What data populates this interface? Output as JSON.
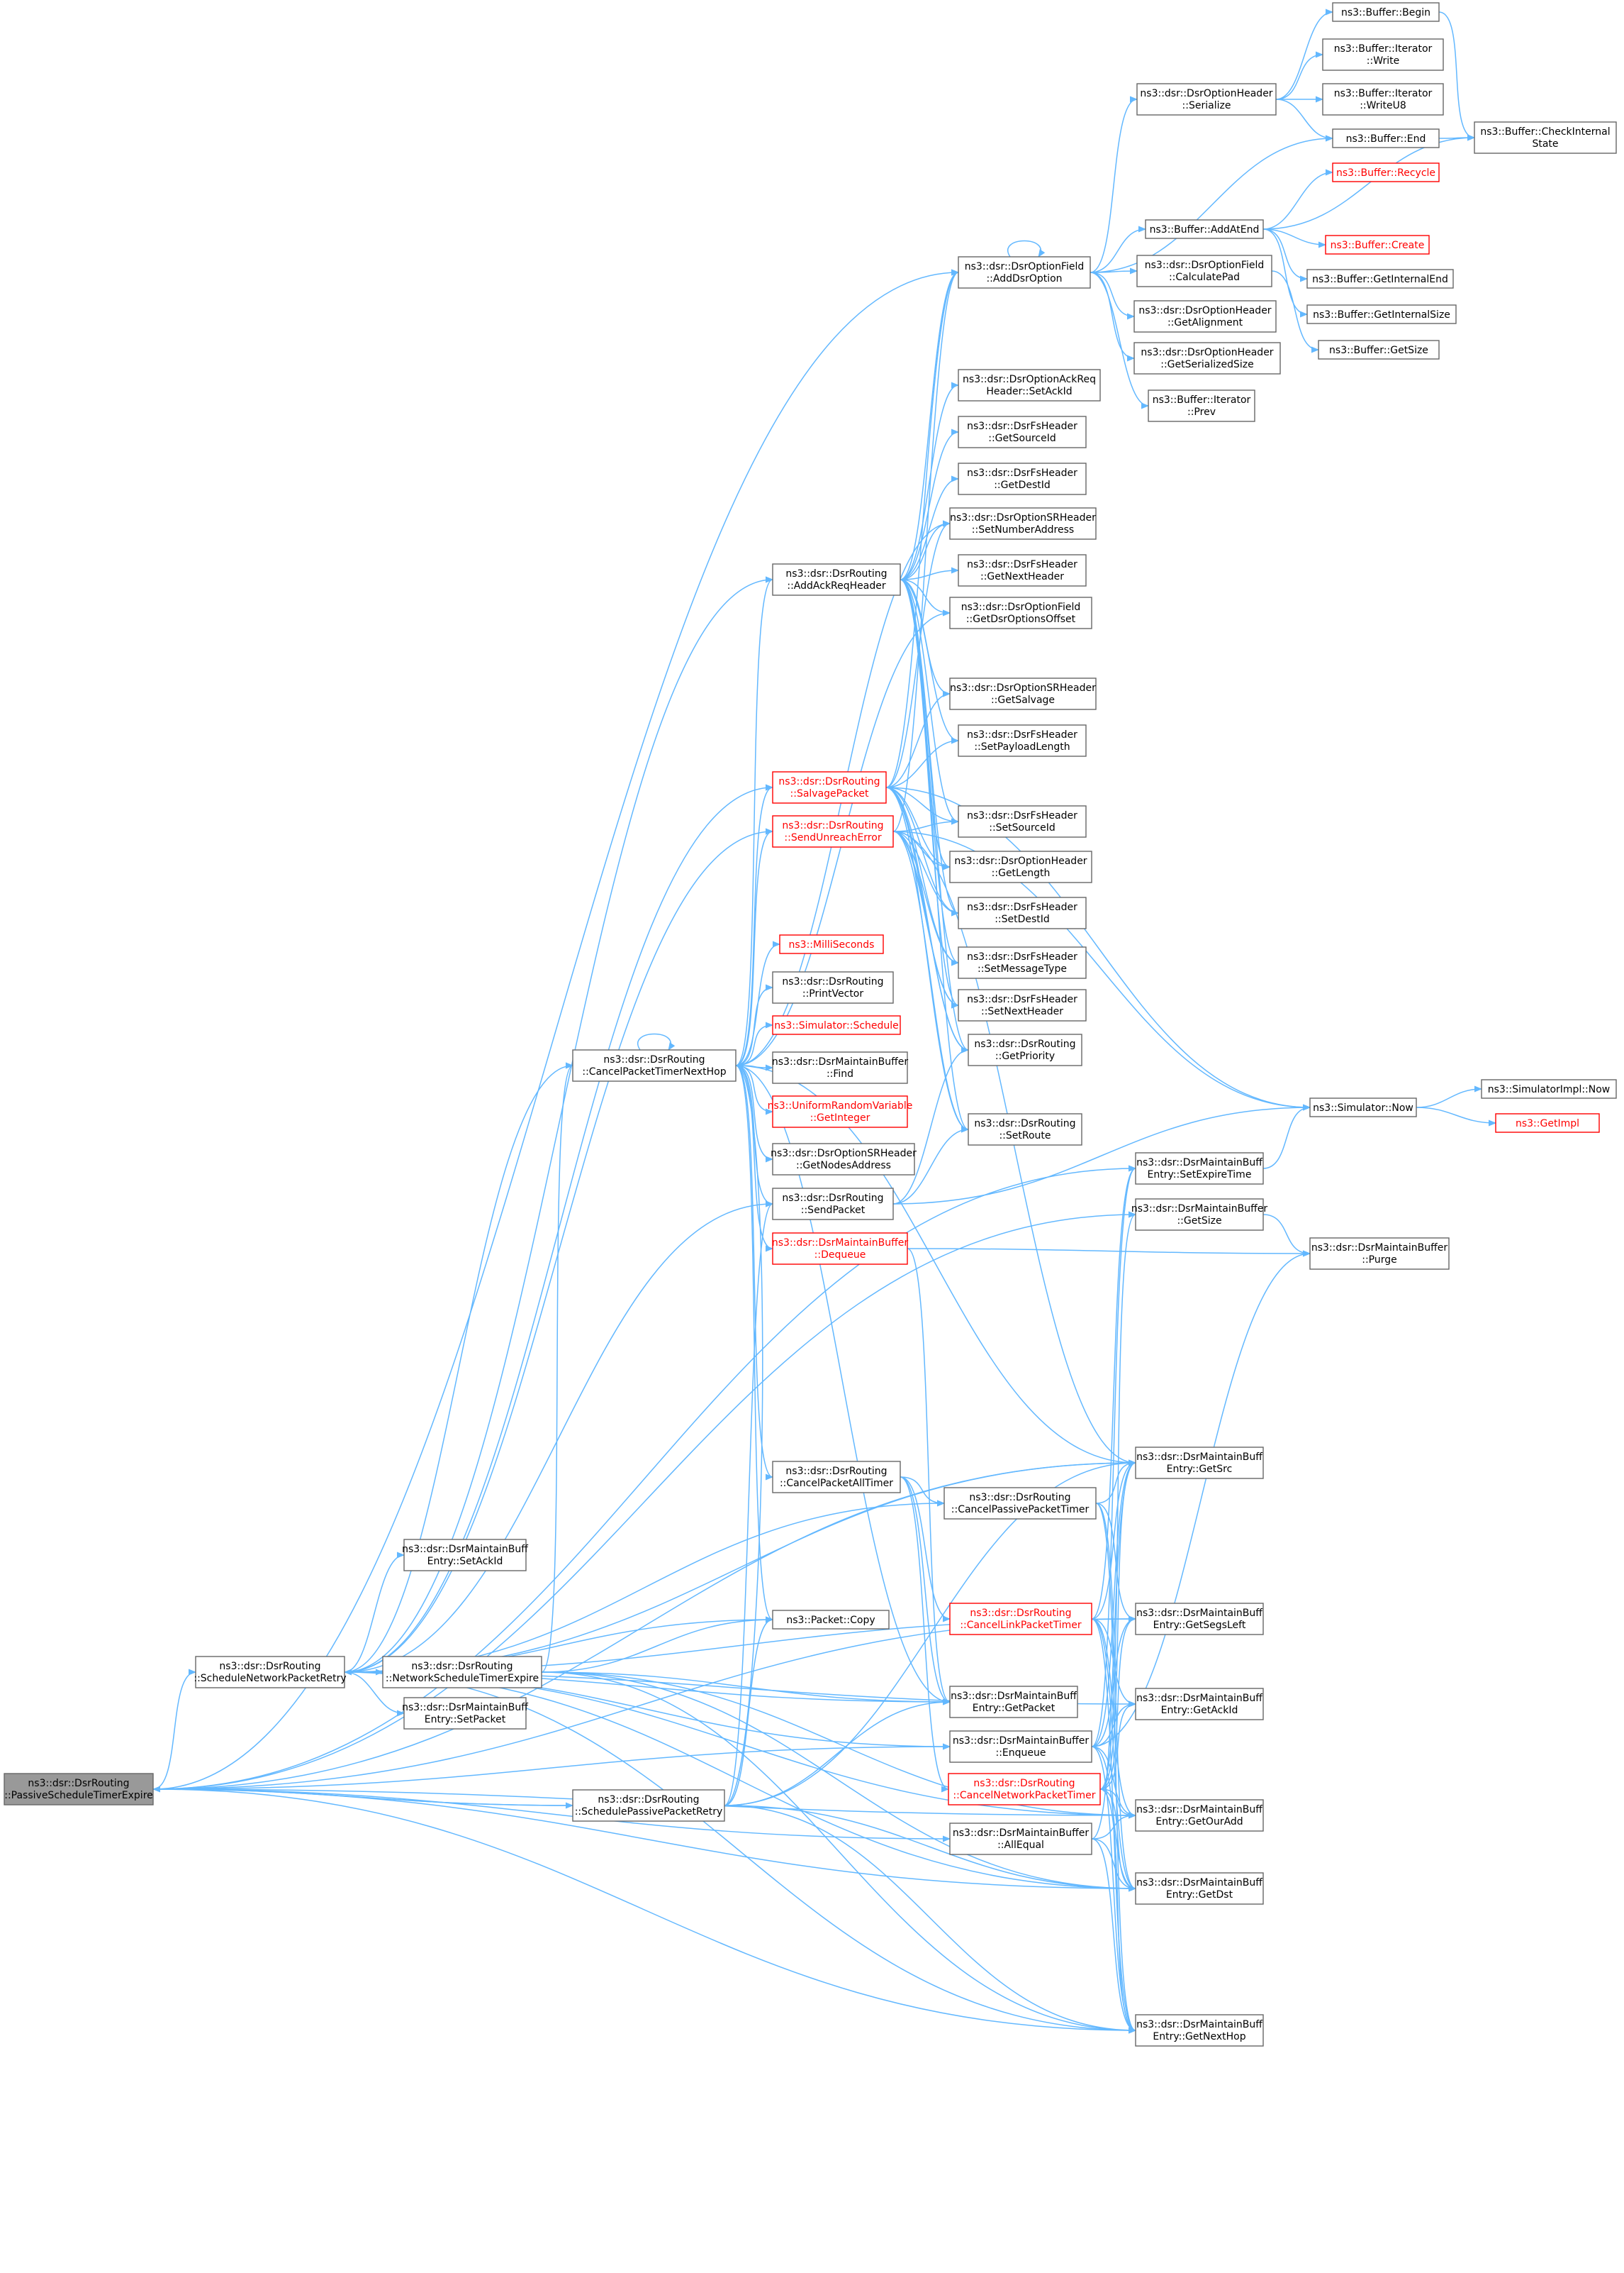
{
  "colors": {
    "edge": "#63b8ff",
    "box_border": "#666666",
    "highlight_border": "#ff0000",
    "root_fill": "#999999",
    "box_fill": "#ffffff",
    "text": "#000000"
  },
  "nodes": [
    {
      "id": "root",
      "lines": [
        "ns3::dsr::DsrRouting",
        "::PassiveScheduleTimerExpire"
      ],
      "root": true
    },
    {
      "id": "snpr",
      "lines": [
        "ns3::dsr::DsrRouting",
        "::ScheduleNetworkPacketRetry"
      ]
    },
    {
      "id": "sppr",
      "lines": [
        "ns3::dsr::DsrRouting",
        "::SchedulePassivePacketRetry"
      ]
    },
    {
      "id": "nste",
      "lines": [
        "ns3::dsr::DsrRouting",
        "::NetworkScheduleTimerExpire"
      ]
    },
    {
      "id": "meSetAck",
      "lines": [
        "ns3::dsr::DsrMaintainBuff",
        "Entry::SetAckId"
      ]
    },
    {
      "id": "meSetPkt",
      "lines": [
        "ns3::dsr::DsrMaintainBuff",
        "Entry::SetPacket"
      ]
    },
    {
      "id": "pktCopy",
      "lines": [
        "ns3::Packet::Copy"
      ]
    },
    {
      "id": "cptnh",
      "lines": [
        "ns3::dsr::DsrRouting",
        "::CancelPacketTimerNextHop"
      ]
    },
    {
      "id": "cpat",
      "lines": [
        "ns3::dsr::DsrRouting",
        "::CancelPacketAllTimer"
      ]
    },
    {
      "id": "cppt",
      "lines": [
        "ns3::dsr::DsrRouting",
        "::CancelPassivePacketTimer"
      ]
    },
    {
      "id": "clpt",
      "lines": [
        "ns3::dsr::DsrRouting",
        "::CancelLinkPacketTimer"
      ],
      "red": true
    },
    {
      "id": "cnpt",
      "lines": [
        "ns3::dsr::DsrRouting",
        "::CancelNetworkPacketTimer"
      ],
      "red": true
    },
    {
      "id": "mbEnq",
      "lines": [
        "ns3::dsr::DsrMaintainBuffer",
        "::Enqueue"
      ]
    },
    {
      "id": "mbAllEq",
      "lines": [
        "ns3::dsr::DsrMaintainBuffer",
        "::AllEqual"
      ]
    },
    {
      "id": "meGetPkt",
      "lines": [
        "ns3::dsr::DsrMaintainBuff",
        "Entry::GetPacket"
      ]
    },
    {
      "id": "meGetSrc",
      "lines": [
        "ns3::dsr::DsrMaintainBuff",
        "Entry::GetSrc"
      ]
    },
    {
      "id": "meGetSegs",
      "lines": [
        "ns3::dsr::DsrMaintainBuff",
        "Entry::GetSegsLeft"
      ]
    },
    {
      "id": "meGetAck",
      "lines": [
        "ns3::dsr::DsrMaintainBuff",
        "Entry::GetAckId"
      ]
    },
    {
      "id": "meGetOur",
      "lines": [
        "ns3::dsr::DsrMaintainBuff",
        "Entry::GetOurAdd"
      ]
    },
    {
      "id": "meGetDst",
      "lines": [
        "ns3::dsr::DsrMaintainBuff",
        "Entry::GetDst"
      ]
    },
    {
      "id": "meGetNH",
      "lines": [
        "ns3::dsr::DsrMaintainBuff",
        "Entry::GetNextHop"
      ]
    },
    {
      "id": "meSetExp",
      "lines": [
        "ns3::dsr::DsrMaintainBuff",
        "Entry::SetExpireTime"
      ]
    },
    {
      "id": "mbGetSize",
      "lines": [
        "ns3::dsr::DsrMaintainBuffer",
        "::GetSize"
      ]
    },
    {
      "id": "mbPurge",
      "lines": [
        "ns3::dsr::DsrMaintainBuffer",
        "::Purge"
      ]
    },
    {
      "id": "simNow",
      "lines": [
        "ns3::Simulator::Now"
      ]
    },
    {
      "id": "simImplNow",
      "lines": [
        "ns3::SimulatorImpl::Now"
      ]
    },
    {
      "id": "getImpl",
      "lines": [
        "ns3::GetImpl"
      ],
      "red": true
    },
    {
      "id": "addAck",
      "lines": [
        "ns3::dsr::DsrRouting",
        "::AddAckReqHeader"
      ]
    },
    {
      "id": "salvage",
      "lines": [
        "ns3::dsr::DsrRouting",
        "::SalvagePacket"
      ],
      "red": true
    },
    {
      "id": "sendUnr",
      "lines": [
        "ns3::dsr::DsrRouting",
        "::SendUnreachError"
      ],
      "red": true
    },
    {
      "id": "milli",
      "lines": [
        "ns3::MilliSeconds"
      ],
      "red": true
    },
    {
      "id": "printVec",
      "lines": [
        "ns3::dsr::DsrRouting",
        "::PrintVector"
      ]
    },
    {
      "id": "simSched",
      "lines": [
        "ns3::Simulator::Schedule"
      ],
      "red": true
    },
    {
      "id": "mbFind",
      "lines": [
        "ns3::dsr::DsrMaintainBuffer",
        "::Find"
      ]
    },
    {
      "id": "urvGetInt",
      "lines": [
        "ns3::UniformRandomVariable",
        "::GetInteger"
      ],
      "red": true
    },
    {
      "id": "srGetNodes",
      "lines": [
        "ns3::dsr::DsrOptionSRHeader",
        "::GetNodesAddress"
      ]
    },
    {
      "id": "sendPkt",
      "lines": [
        "ns3::dsr::DsrRouting",
        "::SendPacket"
      ]
    },
    {
      "id": "mbDeq",
      "lines": [
        "ns3::dsr::DsrMaintainBuffer",
        "::Dequeue"
      ],
      "red": true
    },
    {
      "id": "addDsrOpt",
      "lines": [
        "ns3::dsr::DsrOptionField",
        "::AddDsrOption"
      ]
    },
    {
      "id": "ackSetAck",
      "lines": [
        "ns3::dsr::DsrOptionAckReq",
        "Header::SetAckId"
      ]
    },
    {
      "id": "fsGetSrc",
      "lines": [
        "ns3::dsr::DsrFsHeader",
        "::GetSourceId"
      ]
    },
    {
      "id": "fsGetDest",
      "lines": [
        "ns3::dsr::DsrFsHeader",
        "::GetDestId"
      ]
    },
    {
      "id": "srSetNum",
      "lines": [
        "ns3::dsr::DsrOptionSRHeader",
        "::SetNumberAddress"
      ]
    },
    {
      "id": "fsGetNext",
      "lines": [
        "ns3::dsr::DsrFsHeader",
        "::GetNextHeader"
      ]
    },
    {
      "id": "ofGetOff",
      "lines": [
        "ns3::dsr::DsrOptionField",
        "::GetDsrOptionsOffset"
      ]
    },
    {
      "id": "srGetSalv",
      "lines": [
        "ns3::dsr::DsrOptionSRHeader",
        "::GetSalvage"
      ]
    },
    {
      "id": "fsSetPay",
      "lines": [
        "ns3::dsr::DsrFsHeader",
        "::SetPayloadLength"
      ]
    },
    {
      "id": "fsSetSrc",
      "lines": [
        "ns3::dsr::DsrFsHeader",
        "::SetSourceId"
      ]
    },
    {
      "id": "ohGetLen",
      "lines": [
        "ns3::dsr::DsrOptionHeader",
        "::GetLength"
      ]
    },
    {
      "id": "fsSetDest",
      "lines": [
        "ns3::dsr::DsrFsHeader",
        "::SetDestId"
      ]
    },
    {
      "id": "fsSetMsg",
      "lines": [
        "ns3::dsr::DsrFsHeader",
        "::SetMessageType"
      ]
    },
    {
      "id": "fsSetNext",
      "lines": [
        "ns3::dsr::DsrFsHeader",
        "::SetNextHeader"
      ]
    },
    {
      "id": "getPrio",
      "lines": [
        "ns3::dsr::DsrRouting",
        "::GetPriority"
      ]
    },
    {
      "id": "setRoute",
      "lines": [
        "ns3::dsr::DsrRouting",
        "::SetRoute"
      ]
    },
    {
      "id": "ohSerialize",
      "lines": [
        "ns3::dsr::DsrOptionHeader",
        "::Serialize"
      ]
    },
    {
      "id": "bufBegin",
      "lines": [
        "ns3::Buffer::Begin"
      ]
    },
    {
      "id": "itWrite",
      "lines": [
        "ns3::Buffer::Iterator",
        "::Write"
      ]
    },
    {
      "id": "itWriteU8",
      "lines": [
        "ns3::Buffer::Iterator",
        "::WriteU8"
      ]
    },
    {
      "id": "bufEnd",
      "lines": [
        "ns3::Buffer::End"
      ]
    },
    {
      "id": "bufCheck",
      "lines": [
        "ns3::Buffer::CheckInternal",
        "State"
      ]
    },
    {
      "id": "bufRecycle",
      "lines": [
        "ns3::Buffer::Recycle"
      ],
      "red": true
    },
    {
      "id": "bufAddAtEnd",
      "lines": [
        "ns3::Buffer::AddAtEnd"
      ]
    },
    {
      "id": "bufCreate",
      "lines": [
        "ns3::Buffer::Create"
      ],
      "red": true
    },
    {
      "id": "bufGetIntEnd",
      "lines": [
        "ns3::Buffer::GetInternalEnd"
      ]
    },
    {
      "id": "bufGetIntSize",
      "lines": [
        "ns3::Buffer::GetInternalSize"
      ]
    },
    {
      "id": "bufGetSize",
      "lines": [
        "ns3::Buffer::GetSize"
      ]
    },
    {
      "id": "ofCalcPad",
      "lines": [
        "ns3::dsr::DsrOptionField",
        "::CalculatePad"
      ]
    },
    {
      "id": "ohGetAlign",
      "lines": [
        "ns3::dsr::DsrOptionHeader",
        "::GetAlignment"
      ]
    },
    {
      "id": "ohGetSerSize",
      "lines": [
        "ns3::dsr::DsrOptionHeader",
        "::GetSerializedSize"
      ]
    },
    {
      "id": "itPrev",
      "lines": [
        "ns3::Buffer::Iterator",
        "::Prev"
      ]
    }
  ],
  "edges": [
    [
      "root",
      "snpr"
    ],
    [
      "root",
      "sppr"
    ],
    [
      "root",
      "addDsrOpt"
    ],
    [
      "root",
      "meSetExp"
    ],
    [
      "root",
      "mbGetSize"
    ],
    [
      "root",
      "meGetSrc"
    ],
    [
      "root",
      "meGetSegs"
    ],
    [
      "root",
      "mbEnq"
    ],
    [
      "root",
      "mbAllEq"
    ],
    [
      "root",
      "meGetDst"
    ],
    [
      "root",
      "meGetNH"
    ],
    [
      "root",
      "meGetOur"
    ],
    [
      "snpr",
      "addAck"
    ],
    [
      "snpr",
      "meSetAck"
    ],
    [
      "snpr",
      "meSetPkt"
    ],
    [
      "snpr",
      "pktCopy"
    ],
    [
      "snpr",
      "nste"
    ],
    [
      "snpr",
      "cptnh"
    ],
    [
      "snpr",
      "sendPkt"
    ],
    [
      "snpr",
      "cppt"
    ],
    [
      "snpr",
      "meGetPkt"
    ],
    [
      "snpr",
      "meGetSrc"
    ],
    [
      "snpr",
      "meGetAck"
    ],
    [
      "snpr",
      "meGetSegs"
    ],
    [
      "snpr",
      "meGetOur"
    ],
    [
      "snpr",
      "meGetDst"
    ],
    [
      "snpr",
      "meGetNH"
    ],
    [
      "snpr",
      "mbEnq"
    ],
    [
      "snpr",
      "sendUnr"
    ],
    [
      "snpr",
      "salvage"
    ],
    [
      "nste",
      "snpr"
    ],
    [
      "nste",
      "pktCopy"
    ],
    [
      "nste",
      "cptnh"
    ],
    [
      "nste",
      "meGetPkt"
    ],
    [
      "nste",
      "meGetDst"
    ],
    [
      "nste",
      "meGetNH"
    ],
    [
      "nste",
      "meGetOur"
    ],
    [
      "sppr",
      "root"
    ],
    [
      "sppr",
      "pktCopy"
    ],
    [
      "sppr",
      "sendPkt"
    ],
    [
      "sppr",
      "cptnh"
    ],
    [
      "sppr",
      "meGetPkt"
    ],
    [
      "sppr",
      "meGetDst"
    ],
    [
      "sppr",
      "meGetNH"
    ],
    [
      "sppr",
      "meGetSrc"
    ],
    [
      "cptnh",
      "cptnh"
    ],
    [
      "cptnh",
      "addAck"
    ],
    [
      "cptnh",
      "salvage"
    ],
    [
      "cptnh",
      "sendUnr"
    ],
    [
      "cptnh",
      "milli"
    ],
    [
      "cptnh",
      "printVec"
    ],
    [
      "cptnh",
      "simSched"
    ],
    [
      "cptnh",
      "mbFind"
    ],
    [
      "cptnh",
      "urvGetInt"
    ],
    [
      "cptnh",
      "srGetNodes"
    ],
    [
      "cptnh",
      "sendPkt"
    ],
    [
      "cptnh",
      "mbDeq"
    ],
    [
      "cptnh",
      "cpat"
    ],
    [
      "cptnh",
      "pktCopy"
    ],
    [
      "cptnh",
      "meGetPkt"
    ],
    [
      "cptnh",
      "meGetSrc"
    ],
    [
      "cptnh",
      "ofGetOff"
    ],
    [
      "cptnh",
      "srSetNum"
    ],
    [
      "cpat",
      "cppt"
    ],
    [
      "cpat",
      "clpt"
    ],
    [
      "cpat",
      "cnpt"
    ],
    [
      "cpat",
      "meGetPkt"
    ],
    [
      "cppt",
      "meGetSrc"
    ],
    [
      "cppt",
      "meGetSegs"
    ],
    [
      "cppt",
      "meGetNH"
    ],
    [
      "cppt",
      "meGetDst"
    ],
    [
      "clpt",
      "meGetSrc"
    ],
    [
      "clpt",
      "meGetOur"
    ],
    [
      "clpt",
      "meGetDst"
    ],
    [
      "clpt",
      "meGetNH"
    ],
    [
      "clpt",
      "meGetAck"
    ],
    [
      "clpt",
      "meSetExp"
    ],
    [
      "cnpt",
      "meGetSrc"
    ],
    [
      "cnpt",
      "meGetSegs"
    ],
    [
      "cnpt",
      "meGetAck"
    ],
    [
      "cnpt",
      "meGetOur"
    ],
    [
      "cnpt",
      "meGetDst"
    ],
    [
      "cnpt",
      "meGetNH"
    ],
    [
      "cnpt",
      "mbGetSize"
    ],
    [
      "mbEnq",
      "meGetSrc"
    ],
    [
      "mbEnq",
      "meGetSegs"
    ],
    [
      "mbEnq",
      "meGetAck"
    ],
    [
      "mbEnq",
      "meGetOur"
    ],
    [
      "mbEnq",
      "meGetDst"
    ],
    [
      "mbEnq",
      "meGetNH"
    ],
    [
      "mbEnq",
      "mbPurge"
    ],
    [
      "mbEnq",
      "meSetExp"
    ],
    [
      "mbAllEq",
      "meGetSrc"
    ],
    [
      "mbAllEq",
      "meGetDst"
    ],
    [
      "mbAllEq",
      "meGetNH"
    ],
    [
      "mbAllEq",
      "meGetOur"
    ],
    [
      "mbDeq",
      "mbPurge"
    ],
    [
      "mbDeq",
      "meGetPkt"
    ],
    [
      "mbGetSize",
      "mbPurge"
    ],
    [
      "meSetExp",
      "simNow"
    ],
    [
      "simNow",
      "simImplNow"
    ],
    [
      "simNow",
      "getImpl"
    ],
    [
      "sendPkt",
      "getPrio"
    ],
    [
      "sendPkt",
      "setRoute"
    ],
    [
      "sendPkt",
      "simNow"
    ],
    [
      "addAck",
      "addDsrOpt"
    ],
    [
      "addAck",
      "ackSetAck"
    ],
    [
      "addAck",
      "fsGetSrc"
    ],
    [
      "addAck",
      "fsGetDest"
    ],
    [
      "addAck",
      "srSetNum"
    ],
    [
      "addAck",
      "fsGetNext"
    ],
    [
      "addAck",
      "ofGetOff"
    ],
    [
      "addAck",
      "srGetSalv"
    ],
    [
      "addAck",
      "fsSetPay"
    ],
    [
      "addAck",
      "fsSetSrc"
    ],
    [
      "addAck",
      "ohGetLen"
    ],
    [
      "addAck",
      "fsSetDest"
    ],
    [
      "addAck",
      "fsSetMsg"
    ],
    [
      "addAck",
      "fsSetNext"
    ],
    [
      "addAck",
      "getPrio"
    ],
    [
      "addAck",
      "setRoute"
    ],
    [
      "salvage",
      "addDsrOpt"
    ],
    [
      "salvage",
      "srSetNum"
    ],
    [
      "salvage",
      "fsSetPay"
    ],
    [
      "salvage",
      "fsSetSrc"
    ],
    [
      "salvage",
      "ohGetLen"
    ],
    [
      "salvage",
      "fsSetDest"
    ],
    [
      "salvage",
      "fsSetMsg"
    ],
    [
      "salvage",
      "fsSetNext"
    ],
    [
      "salvage",
      "getPrio"
    ],
    [
      "salvage",
      "setRoute"
    ],
    [
      "salvage",
      "simNow"
    ],
    [
      "salvage",
      "srGetSalv"
    ],
    [
      "sendUnr",
      "addDsrOpt"
    ],
    [
      "sendUnr",
      "fsSetSrc"
    ],
    [
      "sendUnr",
      "ohGetLen"
    ],
    [
      "sendUnr",
      "fsSetDest"
    ],
    [
      "sendUnr",
      "fsSetMsg"
    ],
    [
      "sendUnr",
      "fsSetNext"
    ],
    [
      "sendUnr",
      "setRoute"
    ],
    [
      "sendUnr",
      "simNow"
    ],
    [
      "sendUnr",
      "getPrio"
    ],
    [
      "sendUnr",
      "meGetSrc"
    ],
    [
      "addDsrOpt",
      "addDsrOpt"
    ],
    [
      "addDsrOpt",
      "ohSerialize"
    ],
    [
      "addDsrOpt",
      "bufEnd"
    ],
    [
      "addDsrOpt",
      "bufAddAtEnd"
    ],
    [
      "addDsrOpt",
      "ofCalcPad"
    ],
    [
      "addDsrOpt",
      "ohGetAlign"
    ],
    [
      "addDsrOpt",
      "ohGetSerSize"
    ],
    [
      "addDsrOpt",
      "itPrev"
    ],
    [
      "ohSerialize",
      "bufBegin"
    ],
    [
      "ohSerialize",
      "itWrite"
    ],
    [
      "ohSerialize",
      "itWriteU8"
    ],
    [
      "ohSerialize",
      "bufEnd"
    ],
    [
      "bufBegin",
      "bufCheck"
    ],
    [
      "bufEnd",
      "bufCheck"
    ],
    [
      "bufAddAtEnd",
      "bufRecycle"
    ],
    [
      "bufAddAtEnd",
      "bufCreate"
    ],
    [
      "bufAddAtEnd",
      "bufGetIntEnd"
    ],
    [
      "bufAddAtEnd",
      "bufGetIntSize"
    ],
    [
      "bufAddAtEnd",
      "bufCheck"
    ],
    [
      "ofCalcPad",
      "bufGetSize"
    ]
  ]
}
